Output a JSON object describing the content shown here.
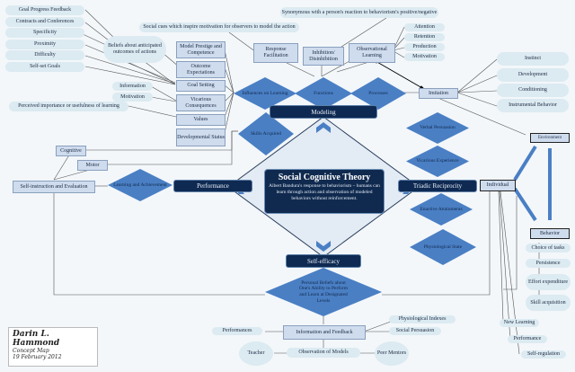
{
  "center": {
    "title": "Social Cognitive Theory",
    "description": "Albert Bandura's response to behaviorism – humans can learn through action and observation of modeled behaviors without reinforcement."
  },
  "hubs": {
    "modeling": "Modeling",
    "performance": "Performance",
    "triadic": "Triadic Reciprocity",
    "self_efficacy": "Self-efficacy"
  },
  "goal_pills": [
    "Goal Progress Feedback",
    "Contracts and Conferences",
    "Specificity",
    "Proximity",
    "Difficulty",
    "Self-set Goals"
  ],
  "beliefs_outcomes": "Beliefs about anticipated outcomes of actions",
  "info_pills": [
    "Information",
    "Motivation"
  ],
  "perceived_importance": "Perceived importance or usefulness of learning",
  "social_cues": "Social cues which inspire motivation for observers to model the action",
  "synonymous": "Synonymous with a person's reaction to behaviorism's positive/negative",
  "influence_boxes": [
    "Model Prestige and Competence",
    "Outcome Expectations",
    "Goal Setting",
    "Vicarious Consequences",
    "Values",
    "Developmental Status"
  ],
  "modeling_diamonds": {
    "influences": "Influences on Learning",
    "functions": "Functions",
    "processes": "Processes",
    "skills": "Skills Acquired"
  },
  "response_facilitation": "Response Facilitation",
  "inhibition": "Inhibition/ Disinhibition",
  "observational_learning": "Observational Learning",
  "process_pills": [
    "Attention",
    "Retention",
    "Production",
    "Motivation"
  ],
  "imitation": "Imitation",
  "imitation_pills": [
    "Instinct",
    "Development",
    "Conditioning",
    "Instrumental Behavior"
  ],
  "performance_side": {
    "cognitive": "Cognitive",
    "motor": "Motor",
    "self_instruction": "Self-instruction and Evaluation",
    "learning": "Learning and Achievement"
  },
  "triadic_diamonds": [
    "Verbal Persuasion",
    "Vicarious Experience",
    "Enactive Attainments",
    "Physiological State"
  ],
  "triad": {
    "individual": "Individual",
    "environment": "Environment",
    "behavior": "Behavior"
  },
  "behavior_pills": [
    "Choice of tasks",
    "Persistence",
    "Effort expenditure",
    "Skill acquisition"
  ],
  "individual_pills": [
    "New Learning",
    "Performance",
    "Self-regulation"
  ],
  "efficacy": {
    "beliefs": "Personal Beliefs about One's Ability to Perform and Learn at Designated Levels",
    "info_feedback": "Information and Feedback",
    "performances": "Performances",
    "physiological_indexes": "Physiological Indexes",
    "social_persuasion": "Social Persuasion",
    "observation": "Observation of Models",
    "teacher": "Teacher",
    "peer_mentors": "Peer Mentors"
  },
  "signature": {
    "name": "Darin L. Hammond",
    "subtitle": "Concept Map",
    "date": "19 February 2012"
  },
  "colors": {
    "background": "#f3f7fa",
    "pill": "#dceaf1",
    "box": "#cfdcee",
    "diamond": "#4a7fc4",
    "dark": "#0f2a52"
  }
}
